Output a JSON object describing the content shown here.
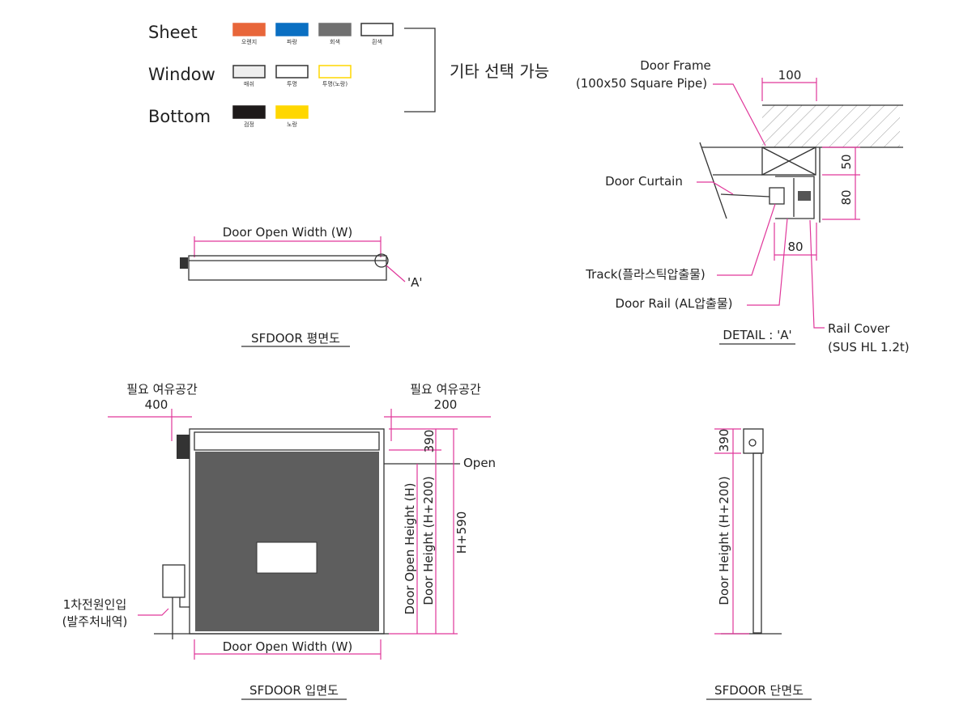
{
  "legend": {
    "rows": [
      {
        "label": "Sheet",
        "swatches": [
          {
            "name": "오렌지",
            "color": "#e8663a"
          },
          {
            "name": "파랑",
            "color": "#0a6fc2"
          },
          {
            "name": "회색",
            "color": "#707070"
          },
          {
            "name": "흰색",
            "color": "#ffffff"
          }
        ]
      },
      {
        "label": "Window",
        "swatches": [
          {
            "name": "매쉬",
            "color": "#eeeeee"
          },
          {
            "name": "투명",
            "color": "#ffffff"
          },
          {
            "name": "투명(노랑)",
            "color": "#ffffff"
          }
        ]
      },
      {
        "label": "Bottom",
        "swatches": [
          {
            "name": "검정",
            "color": "#1e1a1a"
          },
          {
            "name": "노랑",
            "color": "#ffd700"
          }
        ]
      }
    ],
    "note": "기타 선택 가능"
  },
  "plan": {
    "width_label": "Door Open Width (W)",
    "detail_ref": "'A'",
    "title": "SFDOOR 평면도"
  },
  "detail": {
    "frame_label_1": "Door Frame",
    "frame_label_2": "(100x50 Square Pipe)",
    "dim_100": "100",
    "dim_50": "50",
    "dim_80v": "80",
    "dim_80h": "80",
    "curtain": "Door Curtain",
    "track": "Track(플라스틱압출물)",
    "rail": "Door Rail (AL압출물)",
    "cover_1": "Rail Cover",
    "cover_2": "(SUS HL 1.2t)",
    "title": "DETAIL : 'A'"
  },
  "elevation": {
    "space_left_label": "필요 여유공간",
    "space_left_value": "400",
    "space_right_label": "필요 여유공간",
    "space_right_value": "200",
    "dim_390": "390",
    "open": "Open",
    "open_height": "Door Open Height (H)",
    "door_height": "Door Height (H+200)",
    "total": "H+590",
    "power_1": "1차전원인입",
    "power_2": "(발주처내역)",
    "width_label": "Door Open Width (W)",
    "title": "SFDOOR 입면도",
    "curtain_color": "#5e5e5e"
  },
  "section": {
    "dim_390": "390",
    "height": "Door Height (H+200)",
    "title": "SFDOOR 단면도"
  }
}
